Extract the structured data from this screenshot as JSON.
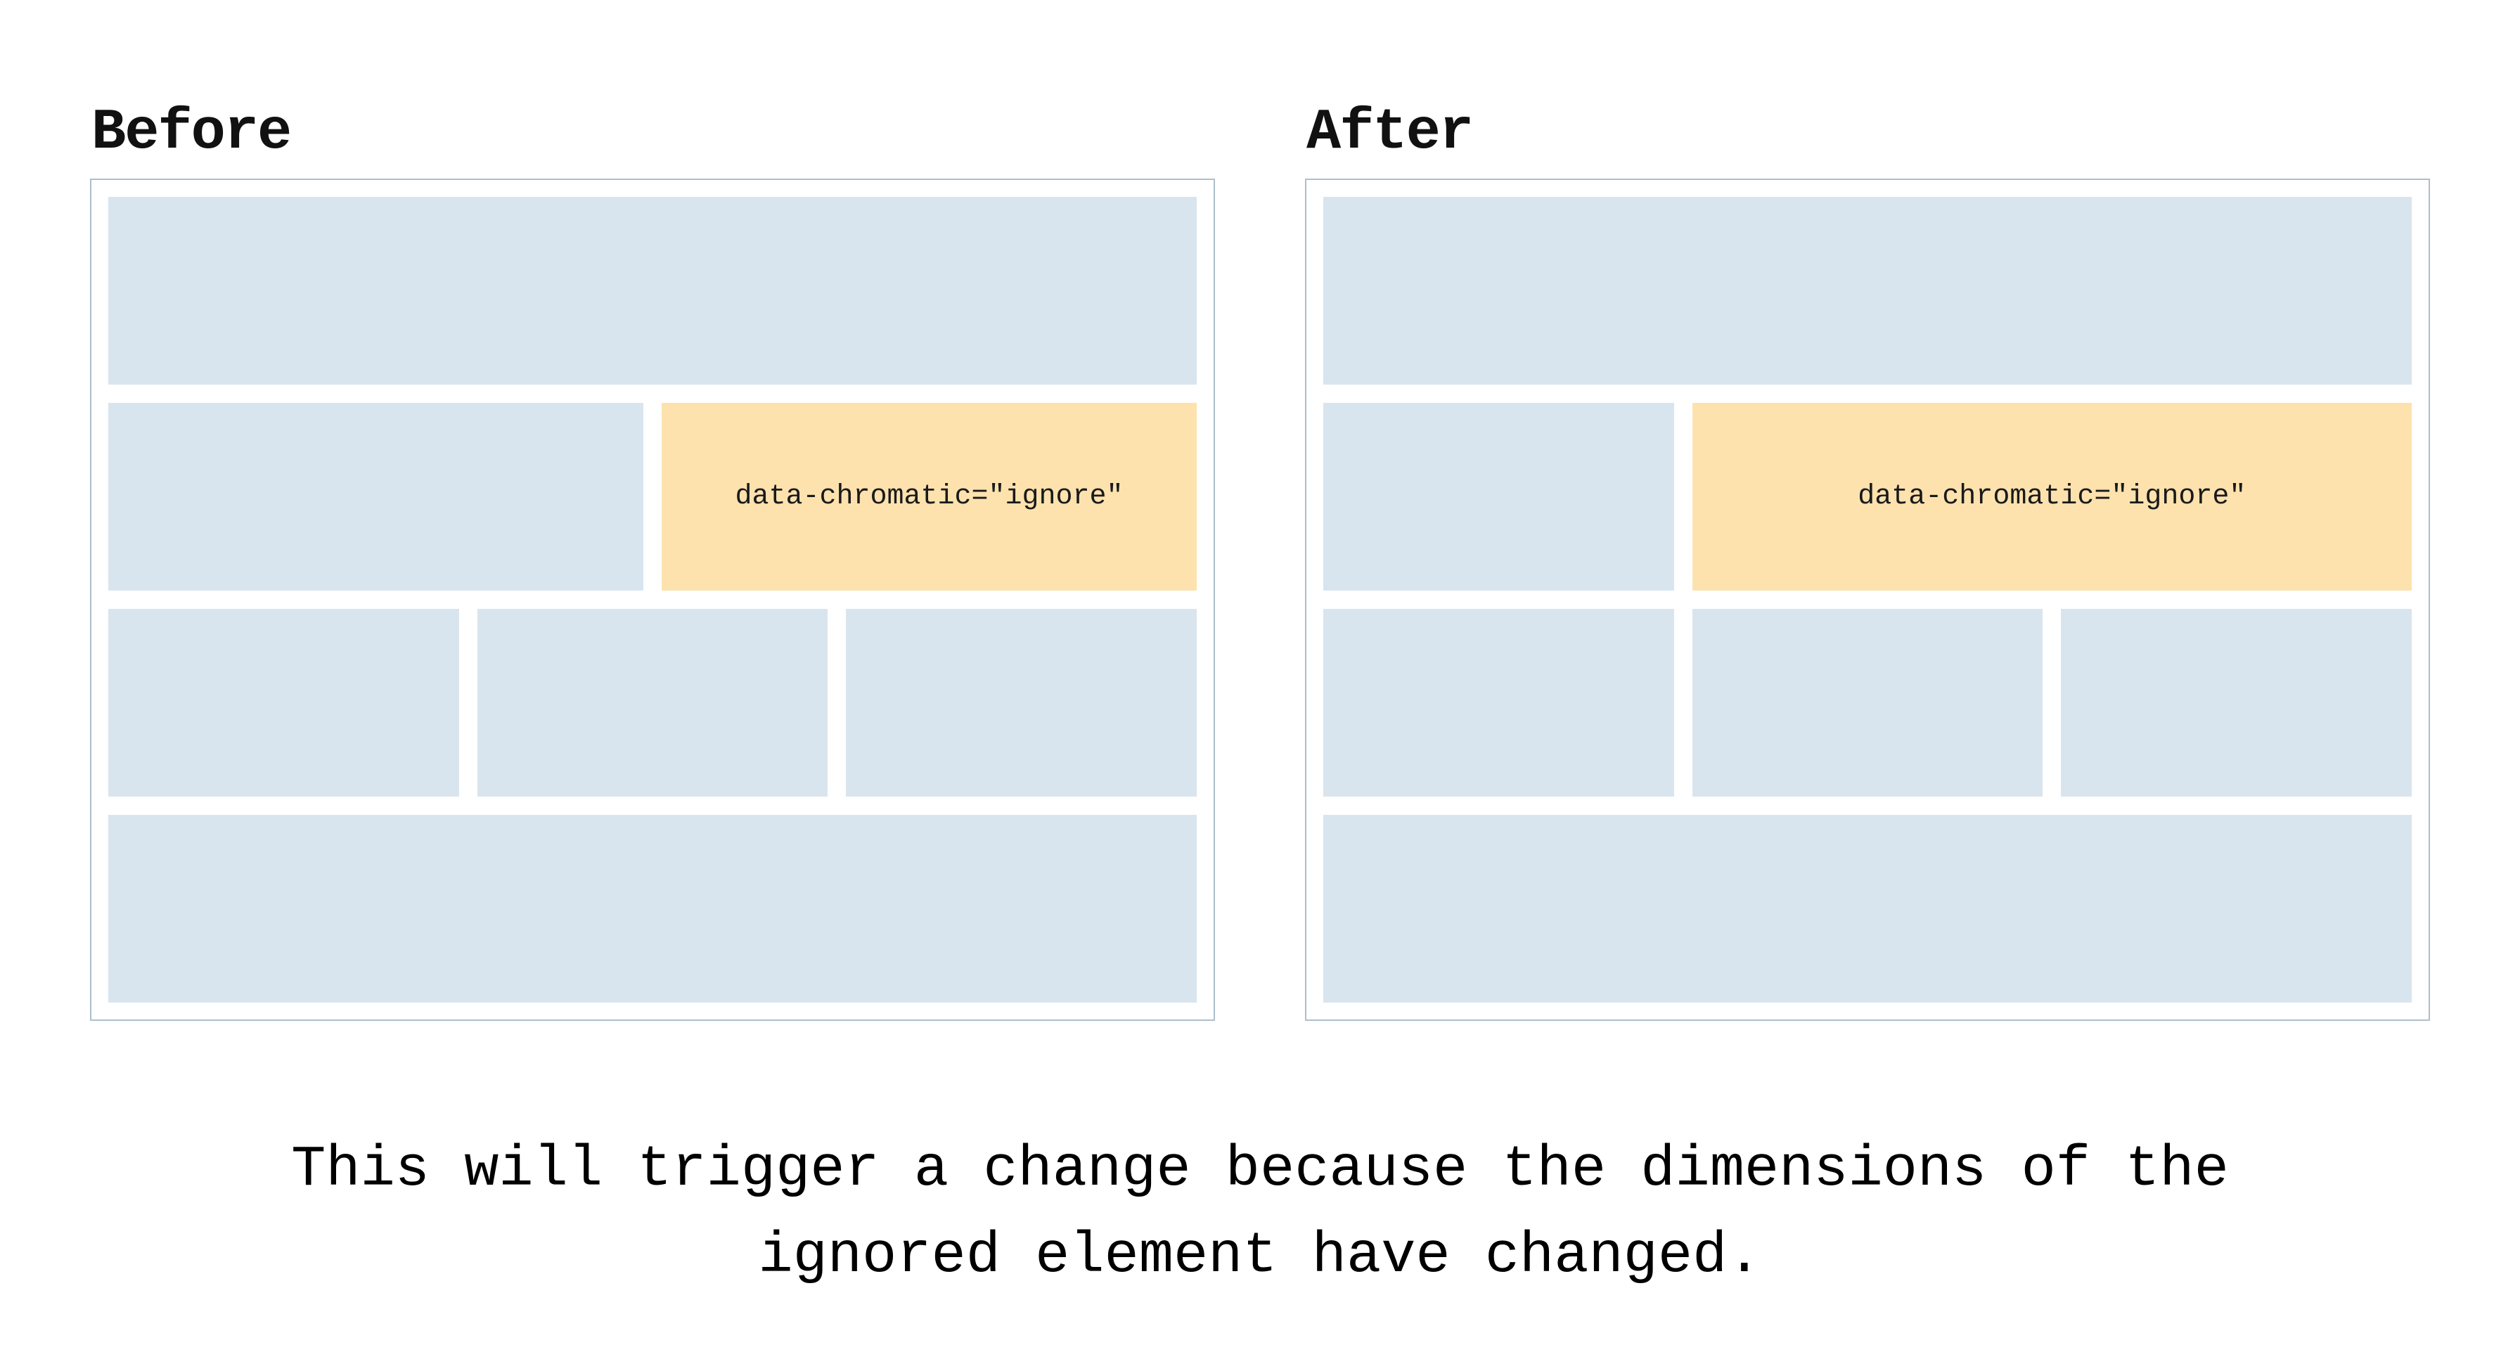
{
  "before": {
    "title": "Before",
    "ignore_label": "data-chromatic=\"ignore\""
  },
  "after": {
    "title": "After",
    "ignore_label": "data-chromatic=\"ignore\""
  },
  "caption": {
    "line1": "This will trigger a change because the dimensions of the",
    "line2": "ignored element have changed."
  },
  "colors": {
    "placeholder_block": "#d9e5ee",
    "ignore_block": "#fde2ae",
    "panel_border": "#aebfcb",
    "text": "#111111",
    "background": "#ffffff"
  }
}
